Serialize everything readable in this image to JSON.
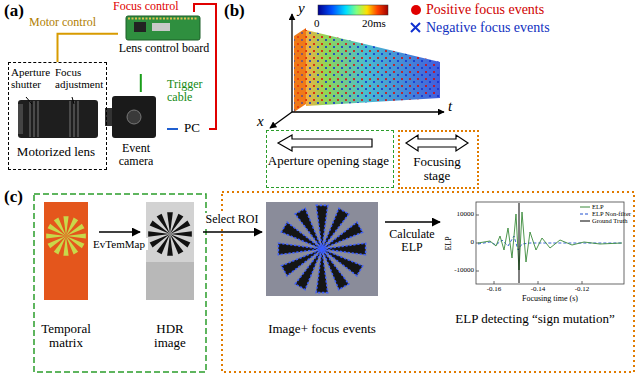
{
  "diagram": {
    "nodes": [
      {
        "text": [
          "Aperture shutter",
          "Focus adjustment",
          "Motorized lens"
        ]
      },
      {
        "text": [
          "Event camera"
        ]
      },
      {
        "text": [
          "Lens control board"
        ]
      },
      {
        "text": [
          "PC"
        ]
      },
      {
        "text": [
          "Aperture opening stage"
        ]
      },
      {
        "text": [
          "Focusing stage"
        ]
      },
      {
        "text": [
          "Temporal matrix"
        ]
      },
      {
        "text": [
          "HDR image"
        ]
      },
      {
        "text": [
          "Image+ focus events"
        ]
      },
      {
        "text": [
          "ELP detecting “sign mutation”"
        ]
      }
    ],
    "edges": [
      {
        "from": 2,
        "to": 0,
        "label": "Motor control",
        "arrow": "none"
      },
      {
        "from": 2,
        "to": 3,
        "label": "Focus control",
        "arrow": "none"
      },
      {
        "from": 2,
        "to": 1,
        "label": "Trigger cable",
        "arrow": "none"
      },
      {
        "from": 3,
        "to": 1,
        "arrow": "none"
      },
      {
        "from": 6,
        "to": 7,
        "label": "EvTemMap",
        "arrow": "to"
      },
      {
        "from": 7,
        "to": 8,
        "label": "Select ROI",
        "arrow": "to"
      },
      {
        "from": 8,
        "to": 9,
        "label": "Calculate ELP",
        "arrow": "to"
      }
    ],
    "labels": [
      "(a)",
      "(b)",
      "(c)",
      "y",
      "x",
      "t",
      "0",
      "20ms",
      "ELP",
      "10000",
      "0",
      "-10000",
      "-0.16",
      "-0.14",
      "-0.12",
      "Focusing time (s)",
      "ELP",
      "ELP Non-filter",
      "Ground Truth"
    ],
    "legend": [
      {
        "text": "Positive focus events"
      },
      {
        "text": "Negative focus events"
      }
    ]
  }
}
